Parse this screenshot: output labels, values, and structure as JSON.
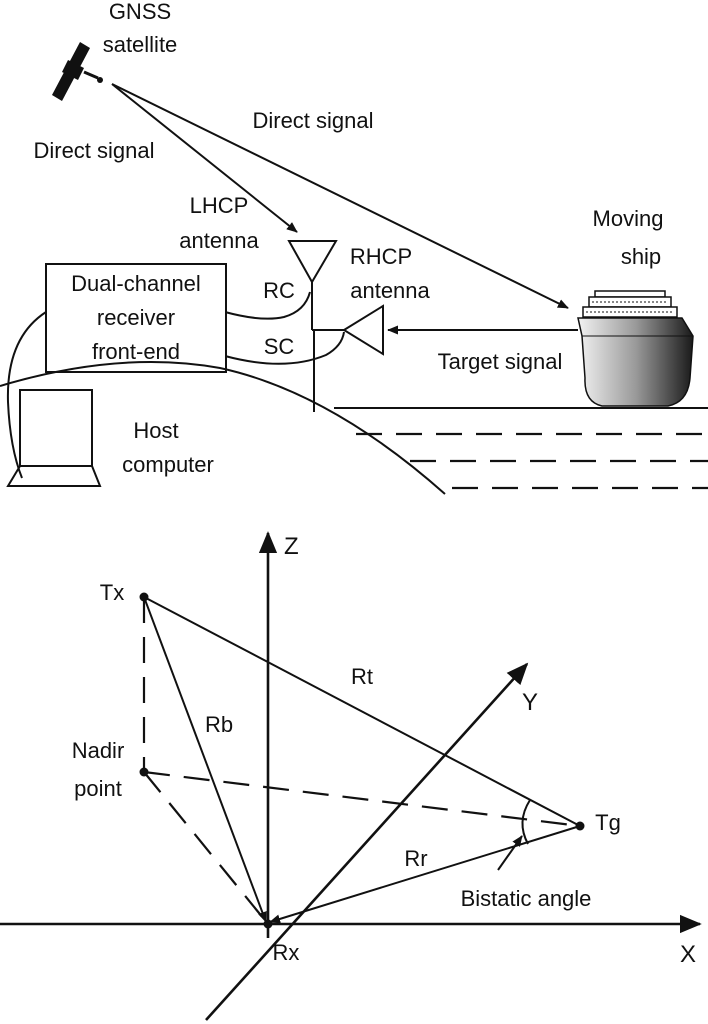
{
  "top_diagram": {
    "satellite_label_line1": "GNSS",
    "satellite_label_line2": "satellite",
    "direct_signal_left": "Direct signal",
    "direct_signal_right": "Direct signal",
    "lhcp_line1": "LHCP",
    "lhcp_line2": "antenna",
    "rhcp_line1": "RHCP",
    "rhcp_line2": "antenna",
    "rc_label": "RC",
    "sc_label": "SC",
    "receiver_line1": "Dual-channel",
    "receiver_line2": "receiver",
    "receiver_line3": "front-end",
    "ship_line1": "Moving",
    "ship_line2": "ship",
    "target_signal": "Target signal",
    "host_line1": "Host",
    "host_line2": "computer"
  },
  "bottom_diagram": {
    "axis_z": "Z",
    "axis_y": "Y",
    "axis_x": "X",
    "tx": "Tx",
    "rx": "Rx",
    "tg": "Tg",
    "rt": "Rt",
    "rb": "Rb",
    "rr": "Rr",
    "nadir_line1": "Nadir",
    "nadir_line2": "point",
    "bistatic_angle": "Bistatic angle"
  }
}
